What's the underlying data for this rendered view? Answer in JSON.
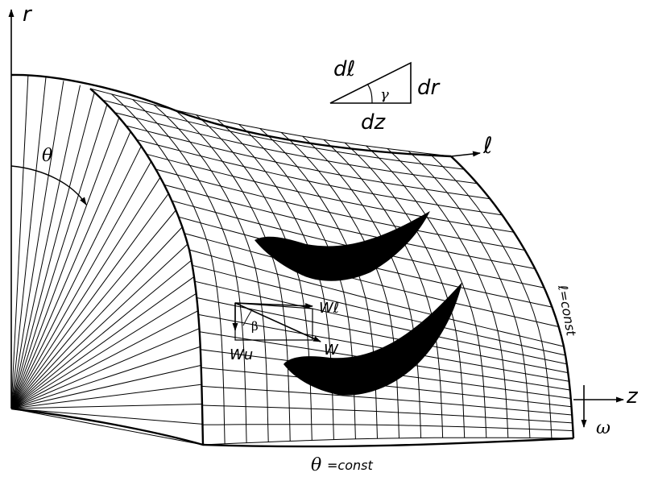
{
  "labels": {
    "r_axis": "r",
    "z_axis": "z",
    "l_axis": "ℓ",
    "theta": "θ",
    "omega": "ω",
    "triangle_dl": "dℓ",
    "triangle_dr": "dr",
    "triangle_dz": "dz",
    "triangle_gamma": "γ",
    "beta": "β",
    "w_l": "Wℓ",
    "w_u": "Wu",
    "w": "W",
    "l_const": "ℓ=const",
    "theta_const_symbol": "θ",
    "theta_const_text": "=const"
  },
  "colors": {
    "ink": "#000000",
    "background": "#ffffff"
  }
}
